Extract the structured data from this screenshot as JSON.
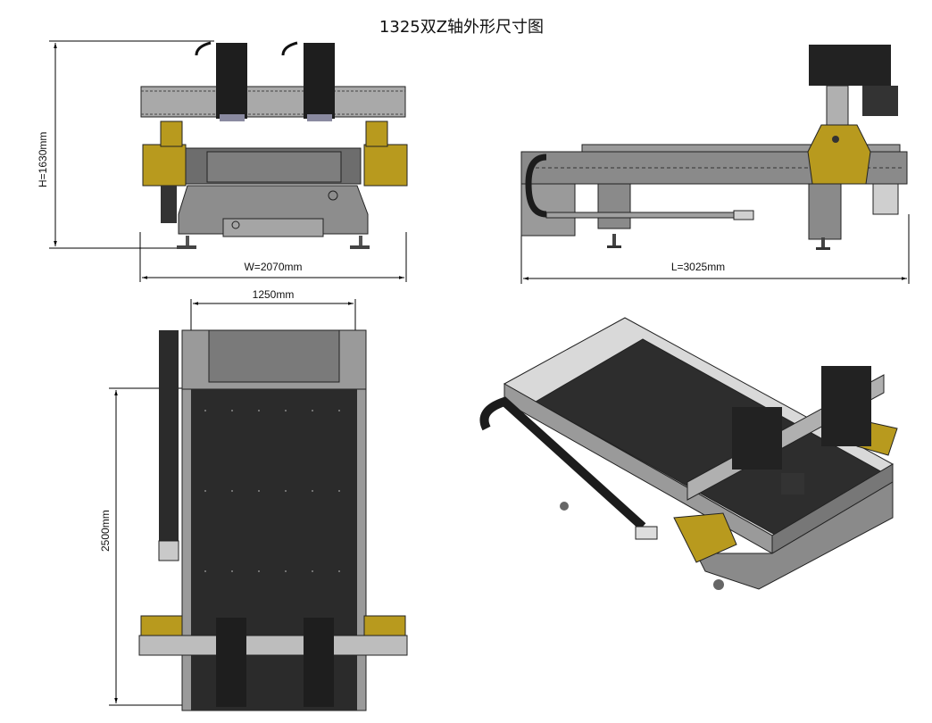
{
  "title": "1325双Z轴外形尺寸图",
  "dimensions": {
    "height": "H=1630mm",
    "width": "W=2070mm",
    "length": "L=3025mm",
    "table_width": "1250mm",
    "table_length": "2500mm"
  },
  "colors": {
    "frame": "#8a8a8a",
    "table": "#2b2b2b",
    "accent": "#b89a1e",
    "light": "#c9c9c9",
    "dark": "#1c1c1c"
  }
}
